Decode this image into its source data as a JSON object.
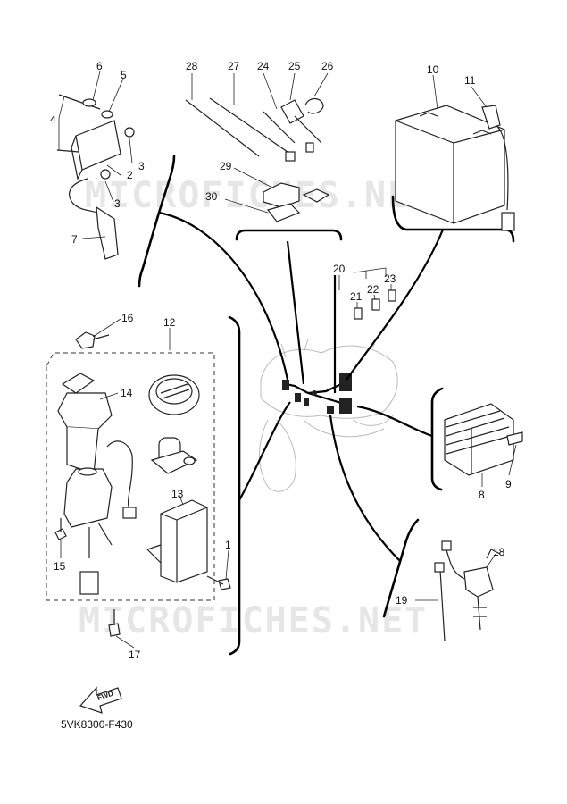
{
  "watermark": "MICROFICHES.NET",
  "diagram_code": "5VK8300-F430",
  "fwd_label": "FWD",
  "callouts": {
    "c1": "1",
    "c2": "2",
    "c3a": "3",
    "c3b": "3",
    "c4": "4",
    "c5": "5",
    "c6": "6",
    "c7": "7",
    "c8": "8",
    "c9": "9",
    "c10": "10",
    "c11": "11",
    "c12": "12",
    "c13": "13",
    "c14": "14",
    "c15": "15",
    "c16": "16",
    "c17": "17",
    "c18": "18",
    "c19": "19",
    "c20": "20",
    "c21": "21",
    "c22": "22",
    "c23": "23",
    "c24": "24",
    "c25": "25",
    "c26": "26",
    "c27": "27",
    "c28": "28",
    "c29": "29",
    "c30": "30"
  }
}
